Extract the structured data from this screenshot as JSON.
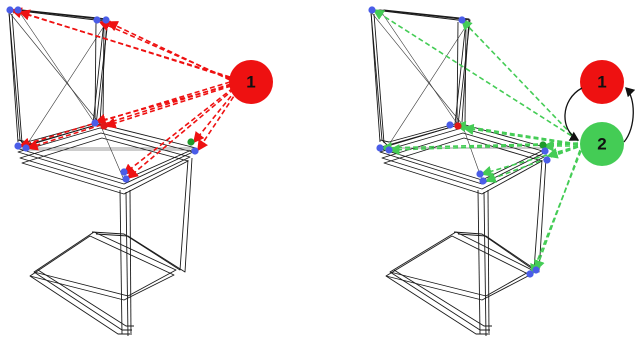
{
  "colors": {
    "red": "#ee1111",
    "green": "#44cc55",
    "point_blue": "#4a5de8",
    "point_red": "#e01818",
    "point_green": "#1f9a2a",
    "wire": "#1a1a1a"
  },
  "panels": [
    {
      "name": "left-panel",
      "nodes": [
        {
          "label": "1",
          "color": "#ee1111"
        }
      ]
    },
    {
      "name": "right-panel",
      "nodes": [
        {
          "label": "1",
          "color": "#ee1111"
        },
        {
          "label": "2",
          "color": "#44cc55"
        }
      ]
    }
  ]
}
